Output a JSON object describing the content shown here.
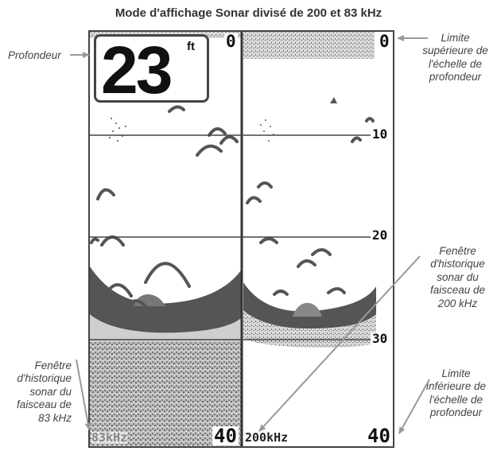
{
  "title": "Mode d'affichage Sonar divisé de 200 et 83 kHz",
  "depth": {
    "value": "23",
    "unit": "ft"
  },
  "left_scale": {
    "top": "0",
    "bottom": "40"
  },
  "right_scale": {
    "top": "0",
    "mark_10": "10",
    "mark_20": "20",
    "mark_30": "30",
    "bottom": "40"
  },
  "freq_labels": {
    "left": "83kHz",
    "right": "200kHz"
  },
  "annotations": {
    "profondeur": "Profondeur",
    "limite_sup": [
      "Limite",
      "supérieure de",
      "l'échelle de",
      "profondeur"
    ],
    "fenetre_200": [
      "Fenêtre",
      "d'historique",
      "sonar du",
      "faisceau de",
      "200 kHz"
    ],
    "fenetre_83": [
      "Fenêtre",
      "d'historique",
      "sonar du",
      "faisceau de",
      "83 kHz"
    ],
    "limite_inf": [
      "Limite",
      "inférieure de",
      "l'échelle de",
      "profondeur"
    ]
  },
  "colors": {
    "frame": "#444444",
    "bottom_dark": "#555555",
    "noise": "#9a9a9a",
    "text": "#333333"
  }
}
